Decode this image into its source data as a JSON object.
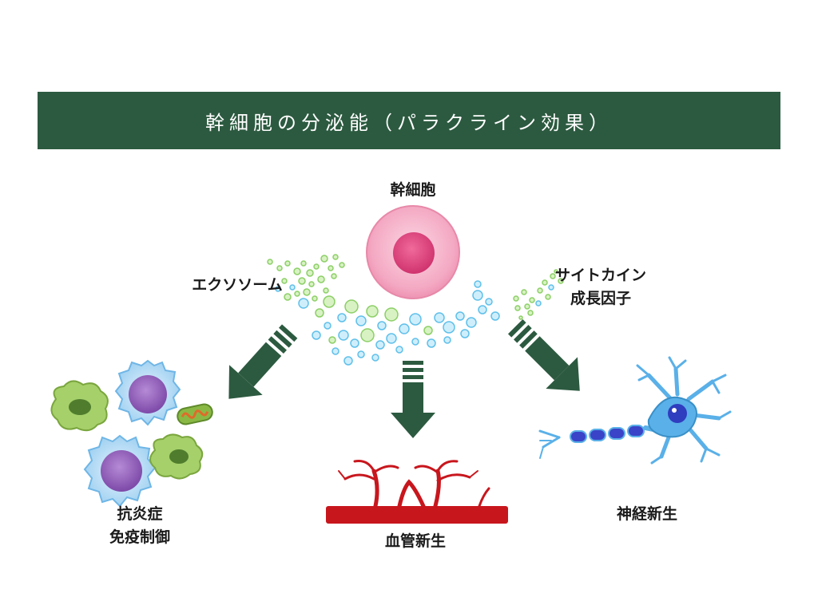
{
  "title": "幹細胞の分泌能（パラクライン効果）",
  "center": {
    "label": "幹細胞"
  },
  "exosome": {
    "label": "エクソソーム"
  },
  "cytokine": {
    "line1": "サイトカイン",
    "line2": "成長因子"
  },
  "outcomes": {
    "immune": {
      "line1": "抗炎症",
      "line2": "免疫制御"
    },
    "vascular": {
      "label": "血管新生"
    },
    "neural": {
      "label": "神経新生"
    }
  },
  "colors": {
    "banner": "#2c5a40",
    "arrow": "#2c5a40",
    "stem_cell": "#f4a9c3",
    "nucleus": "#e0457f",
    "vessel": "#c8161d",
    "neuron": "#5ab0e8",
    "exosome_green": "#a8e08a",
    "exosome_blue": "#7fd0f0"
  }
}
